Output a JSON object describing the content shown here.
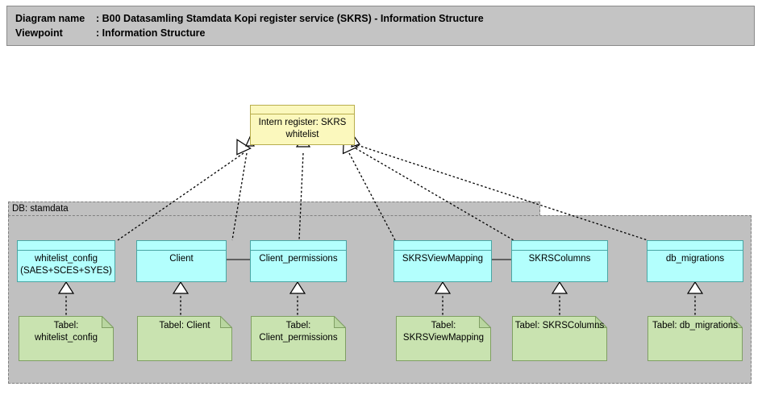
{
  "header": {
    "diagram_name_label": "Diagram name",
    "diagram_name_value": ": B00 Datasamling Stamdata Kopi register service (SKRS) - Information Structure",
    "viewpoint_label": "Viewpoint",
    "viewpoint_value": ": Information Structure"
  },
  "colors": {
    "canvas": "#ffffff",
    "header_bar": "#c4c4c4",
    "grouping": "#c0c0c0",
    "grouping_border": "#808080",
    "data_object": "#b3fffd",
    "data_object_border": "#4aa6a4",
    "register_object": "#fbf8bd",
    "register_object_border": "#b8ae4e",
    "deliverable": "#c9e3b0",
    "deliverable_border": "#7f9f63",
    "connector": "#000000"
  },
  "register": {
    "name": "register-skrs-whitelist",
    "label": "Intern register: SKRS\nwhitelist"
  },
  "grouping": {
    "label": "DB: stamdata"
  },
  "tables": [
    {
      "key": "whitelist_config",
      "label": "whitelist_config\n(SAES+SCES+SYES)"
    },
    {
      "key": "client",
      "label": "Client"
    },
    {
      "key": "client_permissions",
      "label": "Client_permissions"
    },
    {
      "key": "skrsviewmapping",
      "label": "SKRSViewMapping"
    },
    {
      "key": "skrscolumns",
      "label": "SKRSColumns"
    },
    {
      "key": "db_migrations",
      "label": "db_migrations"
    }
  ],
  "deliverables": [
    {
      "key": "tabel_whitelist_config",
      "label": "Tabel:\nwhitelist_config"
    },
    {
      "key": "tabel_client",
      "label": "Tabel: Client"
    },
    {
      "key": "tabel_client_permissions",
      "label": "Tabel:\nClient_permissions"
    },
    {
      "key": "tabel_skrsviewmapping",
      "label": "Tabel:\nSKRSViewMapping"
    },
    {
      "key": "tabel_skrscolumns",
      "label": "Tabel: SKRSColumns"
    },
    {
      "key": "tabel_db_migrations",
      "label": "Tabel: db_migrations"
    }
  ]
}
